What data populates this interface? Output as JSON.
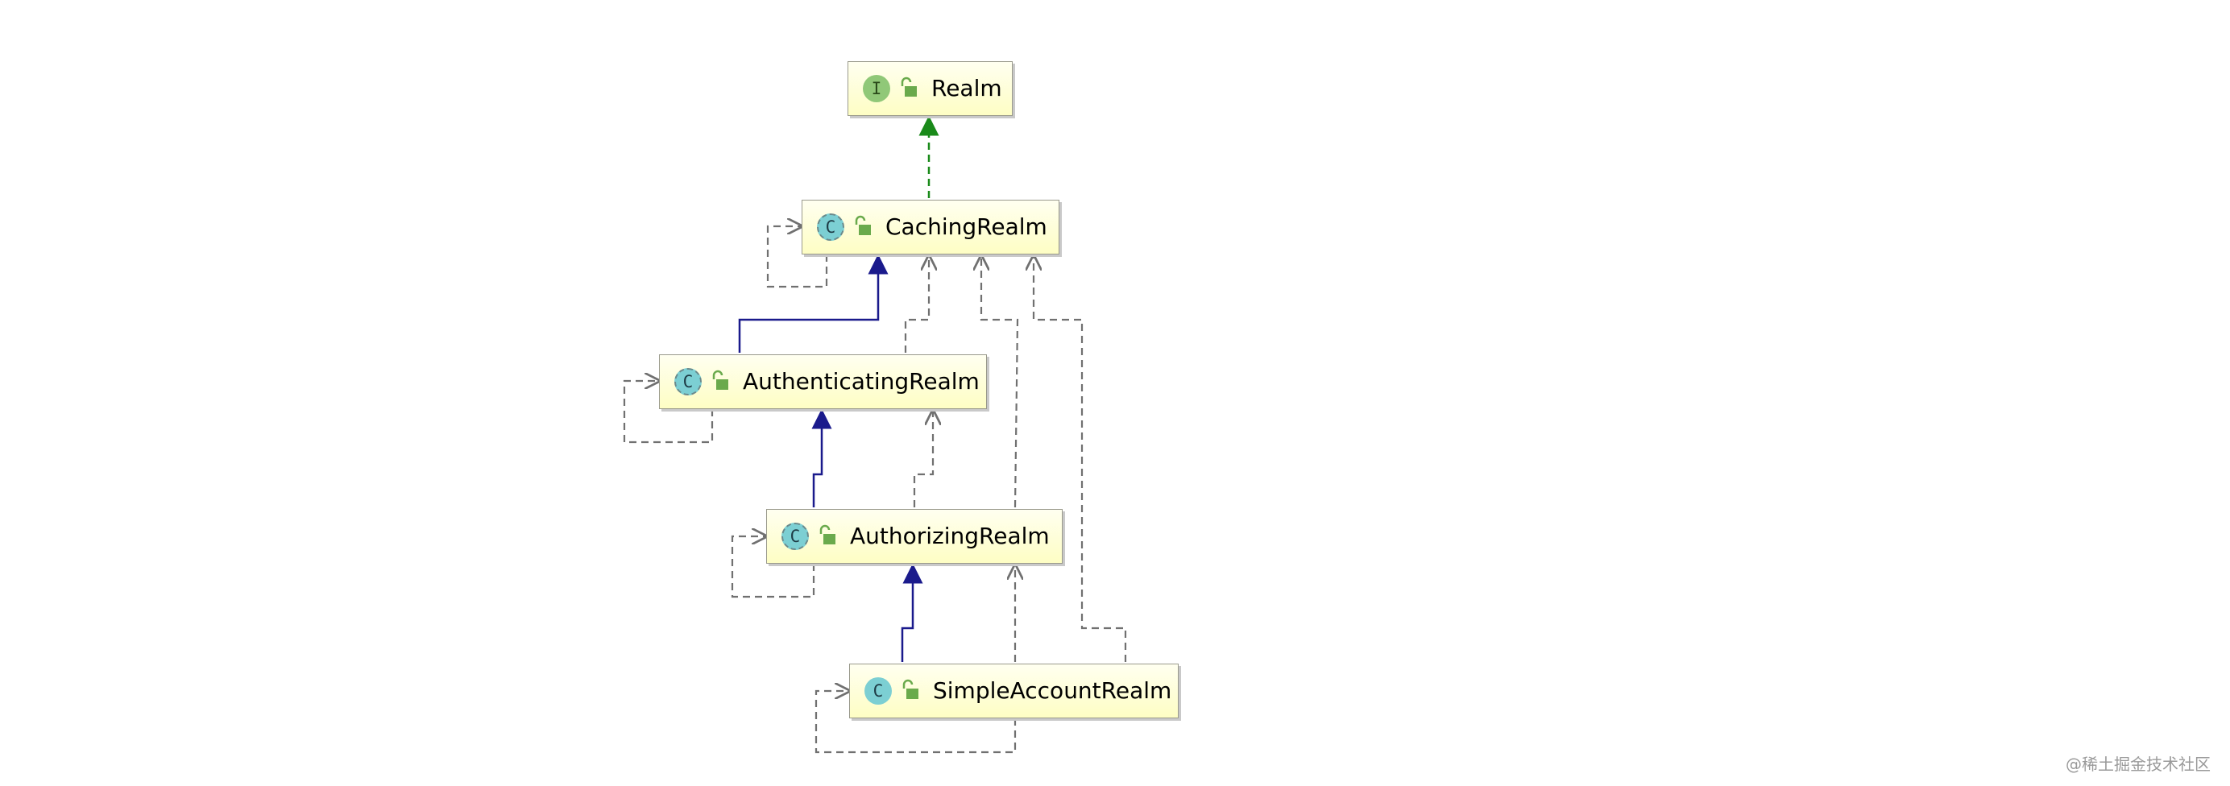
{
  "diagram": {
    "nodes": [
      {
        "id": "realm",
        "name": "Realm",
        "kind": "interface",
        "badge": "I"
      },
      {
        "id": "caching",
        "name": "CachingRealm",
        "kind": "abstract",
        "badge": "C"
      },
      {
        "id": "authenticating",
        "name": "AuthenticatingRealm",
        "kind": "abstract",
        "badge": "C"
      },
      {
        "id": "authorizing",
        "name": "AuthorizingRealm",
        "kind": "abstract",
        "badge": "C"
      },
      {
        "id": "simple",
        "name": "SimpleAccountRealm",
        "kind": "class",
        "badge": "C"
      }
    ],
    "edges": [
      {
        "from": "caching",
        "to": "realm",
        "type": "implements"
      },
      {
        "from": "authenticating",
        "to": "caching",
        "type": "extends"
      },
      {
        "from": "authorizing",
        "to": "authenticating",
        "type": "extends"
      },
      {
        "from": "simple",
        "to": "authorizing",
        "type": "extends"
      },
      {
        "from": "authenticating",
        "to": "caching",
        "type": "dependency"
      },
      {
        "from": "authorizing",
        "to": "authenticating",
        "type": "dependency"
      },
      {
        "from": "authorizing",
        "to": "caching",
        "type": "dependency"
      },
      {
        "from": "simple",
        "to": "authorizing",
        "type": "dependency"
      },
      {
        "from": "simple",
        "to": "caching",
        "type": "dependency"
      },
      {
        "from": "caching",
        "to": "caching",
        "type": "self-dependency"
      },
      {
        "from": "authenticating",
        "to": "authenticating",
        "type": "self-dependency"
      },
      {
        "from": "authorizing",
        "to": "authorizing",
        "type": "self-dependency"
      },
      {
        "from": "simple",
        "to": "simple",
        "type": "self-dependency"
      }
    ],
    "colors": {
      "implements": "#1a8a1a",
      "extends": "#1a1a8c",
      "dependency": "#707070",
      "node_fill": "#fefec4",
      "node_border": "#9a9a8c"
    }
  },
  "watermark": "@稀土掘金技术社区"
}
